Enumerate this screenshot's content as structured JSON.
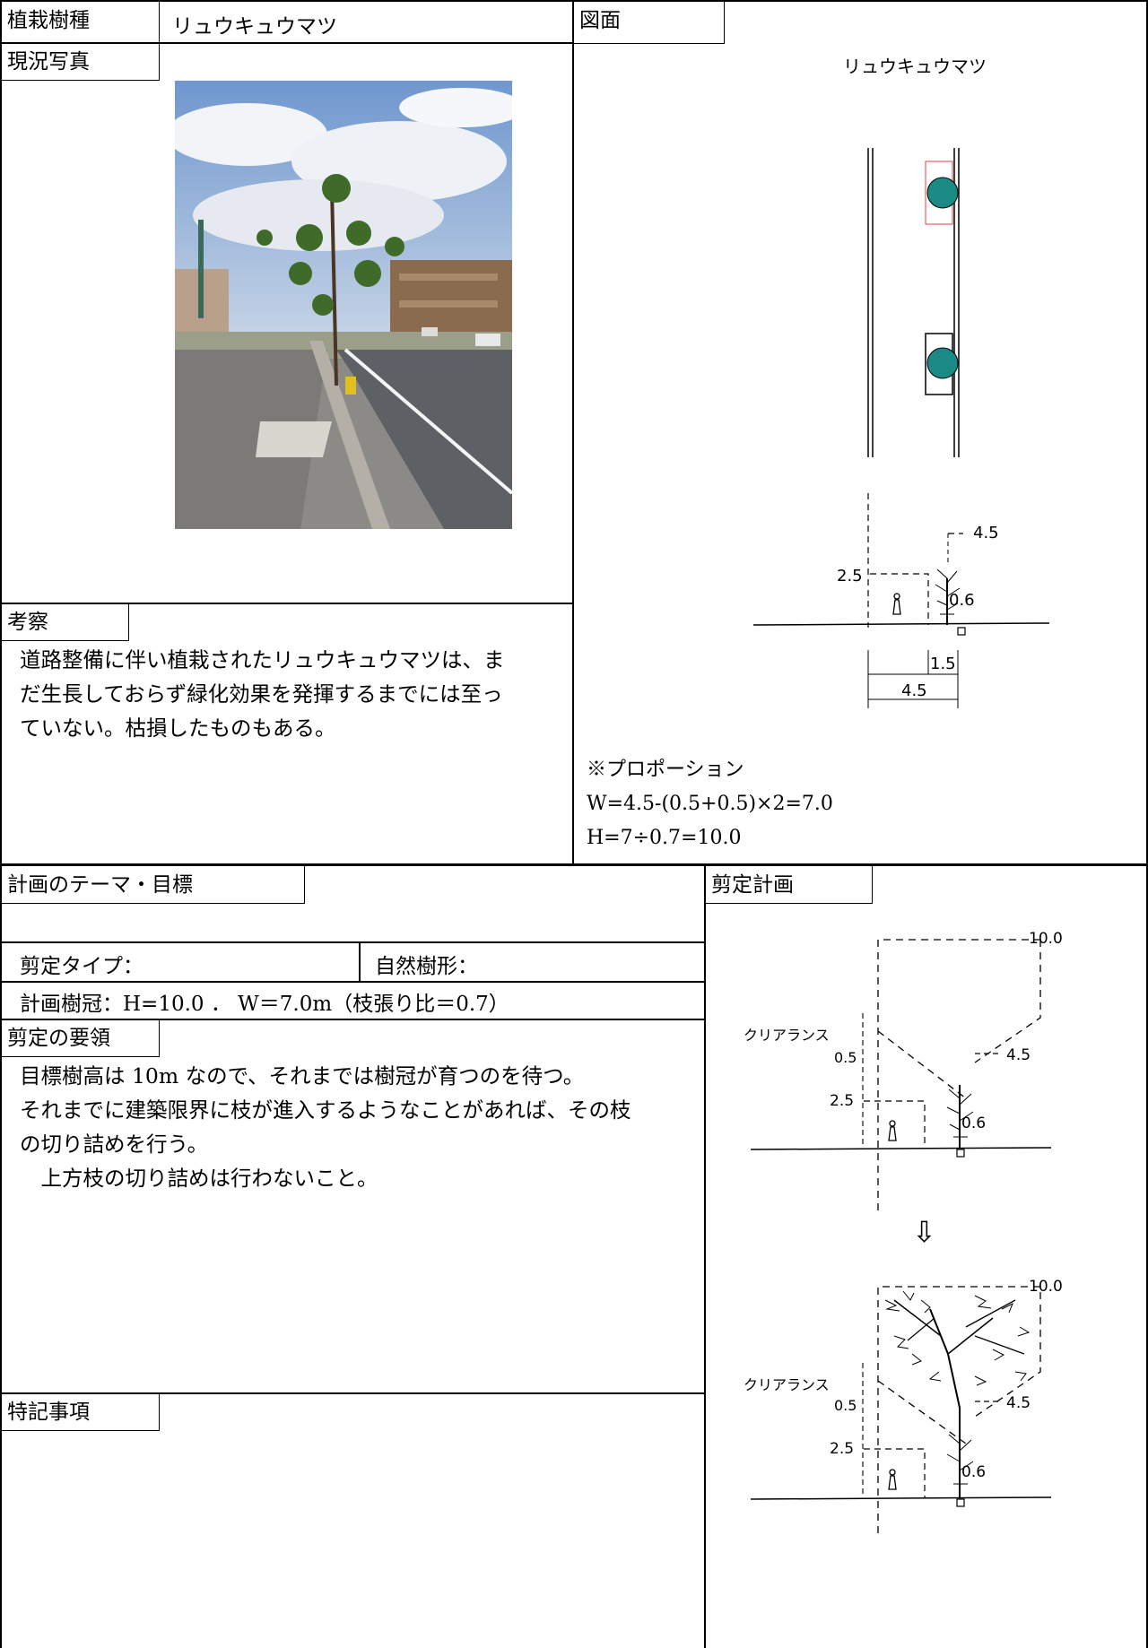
{
  "header": {
    "species_label": "植栽樹種",
    "species_value": "リュウキュウマツ",
    "drawing_label": "図面"
  },
  "photo": {
    "label": "現況写真"
  },
  "discussion": {
    "label": "考察",
    "lines": [
      "道路整備に伴い植栽されたリュウキュウマツは、ま",
      "だ生長しておらず緑化効果を発揮するまでには至っ",
      "ていない。枯損したものもある。"
    ]
  },
  "drawing": {
    "title": "リュウキュウマツ",
    "dim_height_crown": "4.5",
    "dim_clearance": "2.5",
    "dim_trunk": "0.6",
    "dim_bed": "1.5",
    "dim_sidewalk": "4.5",
    "proportion_title": "※プロポーション",
    "proportion_w": "W=4.5-(0.5+0.5)×2=7.0",
    "proportion_h": "H=7÷0.7=10.0"
  },
  "plan": {
    "theme_label": "計画のテーマ・目標",
    "theme_value": "",
    "prune_type_label": "剪定タイプ：",
    "natural_form_label": "自然樹形：",
    "crown_plan": "計画樹冠：H=10.0 ． W＝7.0m（枝張り比＝0.7）",
    "method_label": "剪定の要領",
    "method_lines": [
      "目標樹高は 10m なので、それまでは樹冠が育つのを待つ。",
      "それまでに建築限界に枝が進入するようなことがあれば、その枝",
      "の切り詰めを行う。",
      "　上方枝の切り詰めは行わないこと。"
    ],
    "notes_label": "特記事項"
  },
  "prune_plan": {
    "label": "剪定計画",
    "top_height": "10.0",
    "crown_base": "4.5",
    "clearance_label": "クリアランス",
    "clearance_value": "0.5",
    "limit_height": "2.5",
    "trunk": "0.6",
    "arrow": "⇩"
  }
}
